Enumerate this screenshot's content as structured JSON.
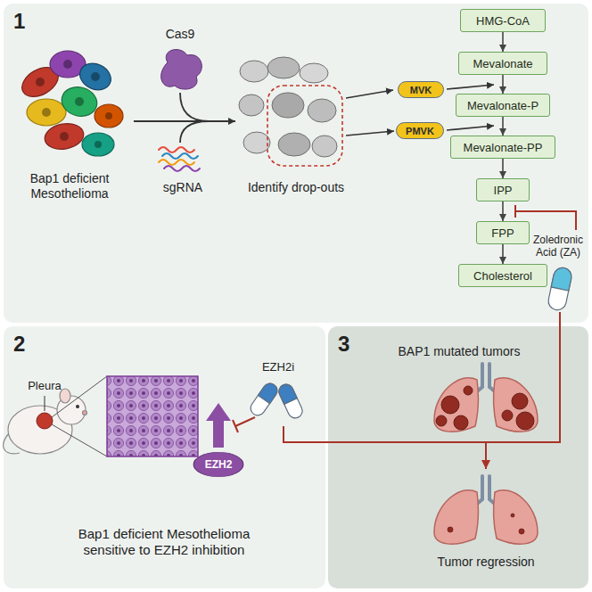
{
  "diagram": {
    "nodes": [
      {
        "text": [
          "1"
        ]
      },
      {
        "text": [
          "HMG-CoA"
        ],
        "in": 0
      },
      {
        "text": [
          "Mevalonate"
        ],
        "in": 0
      },
      {
        "text": [
          "Mevalonate-P"
        ],
        "in": 0
      },
      {
        "text": [
          "Mevalonate-PP"
        ],
        "in": 0
      },
      {
        "text": [
          "IPP"
        ],
        "in": 0
      },
      {
        "text": [
          "FPP"
        ],
        "in": 0
      },
      {
        "text": [
          "Cholesterol"
        ],
        "in": 0
      },
      {
        "text": [
          "MVK"
        ],
        "in": 0
      },
      {
        "text": [
          "PMVK"
        ],
        "in": 0
      },
      {
        "text": [
          "2"
        ]
      },
      {
        "text": [
          "EZH2"
        ],
        "in": 10
      },
      {
        "text": [
          "3"
        ]
      }
    ],
    "edges": [
      {
        "from": 1,
        "to": 2,
        "arrow": "to"
      },
      {
        "from": 2,
        "to": 3,
        "arrow": "to"
      },
      {
        "from": 3,
        "to": 4,
        "arrow": "to"
      },
      {
        "from": 4,
        "to": 5,
        "arrow": "to"
      },
      {
        "from": 5,
        "to": 6,
        "arrow": "to"
      },
      {
        "from": 6,
        "to": 7,
        "arrow": "to"
      }
    ],
    "labels": [
      "Cas9",
      "Bap1 deficient Mesothelioma",
      "sgRNA",
      "Identify drop-outs",
      "Zoledronic Acid (ZA)",
      "Pleura",
      "EZH2i",
      "Bap1 deficient Mesothelioma sensitive to EZH2 inhibition",
      "BAP1 mutated tumors",
      "Tumor regression"
    ]
  }
}
